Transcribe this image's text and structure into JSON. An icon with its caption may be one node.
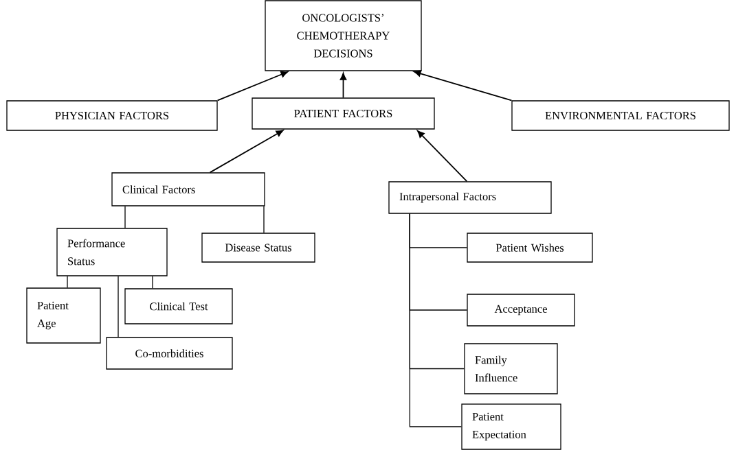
{
  "diagram": {
    "nodes": [
      {
        "text": [
          "ONCOLOGISTS’ CHEMOTHERAPY DECISIONS"
        ]
      },
      {
        "text": [
          "PHYSICIAN FACTORS"
        ]
      },
      {
        "text": [
          "PATIENT FACTORS"
        ]
      },
      {
        "text": [
          "ENVIRONMENTAL FACTORS"
        ]
      },
      {
        "text": [
          "Clinical Factors"
        ]
      },
      {
        "text": [
          "Performance Status"
        ]
      },
      {
        "text": [
          "Disease Status"
        ]
      },
      {
        "text": [
          "Patient Age"
        ]
      },
      {
        "text": [
          "Clinical Test"
        ]
      },
      {
        "text": [
          "Co-morbidities"
        ]
      },
      {
        "text": [
          "Intrapersonal Factors"
        ]
      },
      {
        "text": [
          "Patient Wishes"
        ]
      },
      {
        "text": [
          "Acceptance"
        ]
      },
      {
        "text": [
          "Family Influence"
        ]
      },
      {
        "text": [
          "Patient Expectation"
        ]
      }
    ],
    "edges": [
      {
        "from": 1,
        "to": 0,
        "arrow": "to"
      },
      {
        "from": 2,
        "to": 0,
        "arrow": "to"
      },
      {
        "from": 3,
        "to": 0,
        "arrow": "to"
      },
      {
        "from": 4,
        "to": 2,
        "arrow": "to"
      },
      {
        "from": 10,
        "to": 2,
        "arrow": "to"
      },
      {
        "from": 4,
        "to": 5,
        "arrow": "none"
      },
      {
        "from": 4,
        "to": 6,
        "arrow": "none"
      },
      {
        "from": 5,
        "to": 7,
        "arrow": "none"
      },
      {
        "from": 5,
        "to": 9,
        "arrow": "none"
      },
      {
        "from": 5,
        "to": 8,
        "arrow": "none"
      },
      {
        "from": 10,
        "to": 11,
        "arrow": "none"
      },
      {
        "from": 10,
        "to": 12,
        "arrow": "none"
      },
      {
        "from": 10,
        "to": 13,
        "arrow": "none"
      },
      {
        "from": 10,
        "to": 14,
        "arrow": "none"
      }
    ]
  }
}
